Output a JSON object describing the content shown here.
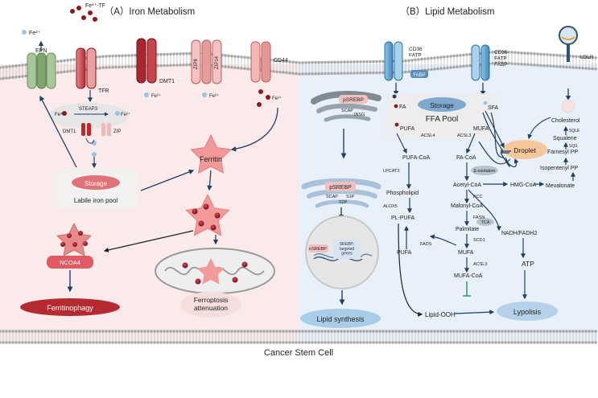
{
  "panels": {
    "iron_title": "（A）Iron Metabolism",
    "lipid_title": "（B）Lipid Metabolism",
    "cell_label": "Cancer Stem Cell"
  },
  "iron": {
    "fe2_epn": "Fe²⁺",
    "epn": "EPN",
    "fe3_tf": "Fe³⁺-TF",
    "tfr": "TFR",
    "dmt1": "DMT1",
    "fe2_dmt1": "Fe²⁺",
    "zip8": "ZIP8",
    "zip14": "ZIP14",
    "fe2_zip": "Fe²⁺",
    "cd44": "CD44",
    "fe3_cd44": "Fe³⁺",
    "steap3": "STEAP3",
    "fe3_endo": "Fe³⁺",
    "fe2_endo": "Fe²⁺",
    "dmt1_endo": "DMT1",
    "zip_endo": "ZIP",
    "storage": "Storage",
    "labile_pool": "Labile iron pool",
    "ferritin": "Ferritin",
    "ncoa4": "NCOA4",
    "ferritinophagy": "Ferritinophagy",
    "ferroptosis_attenuation": "Ferroptosis\nattenuation"
  },
  "lipid": {
    "cd36_fatp": "CD36\nFATP",
    "fabp": "FABP",
    "cd36_fatp_fabp": "CD36\nFATP\nFABP",
    "ldlr": "LDLR",
    "psrebp": "pSREBP",
    "scap": "SCAP",
    "insg": "INSG",
    "fa": "FA",
    "storage": "Storage",
    "ffa_pool": "FFA Pool",
    "sfa": "SFA",
    "pufa": "PUFA",
    "mufa": "MUFA",
    "acsl4": "ACSL4",
    "acsl3": "ACSL3",
    "pufa_coa": "PUFA-CoA",
    "fa_coa": "FA-CoA",
    "pl": "PL",
    "droplet": "Droplet",
    "lpcat3": "LPCAT3",
    "beta_oxidation": "β-oxidation",
    "phospholipid": "Phospholipid",
    "acetyl_coa": "Acetyl-CoA",
    "hmg_coa": "HMG-CoA",
    "mevalonate": "Mevalonate",
    "cholesterol": "Cholesterol",
    "sqle": "SQLE",
    "squalene": "Squalene",
    "sqs": "SQS",
    "farnesyl_pp": "Farnesyl PP",
    "isopentenyl_pp": "Isopentenyl PP",
    "alox5": "ALOX5",
    "acc": "ACC",
    "tca": "TCA",
    "pl_pufa": "PL-PUFA",
    "malonyl_coa": "Malonyl-CoA",
    "fasn": "FASN",
    "palmitate": "Palmitate",
    "scd1": "SCD1",
    "fads": "FADS",
    "pufa2": "PUFA",
    "mufa2": "MUFA",
    "acsl3_2": "ACSL3",
    "nadh": "NADH/FADH2",
    "atp": "ATP",
    "mufa_coa": "MUFA-CoA",
    "lipid_ooh": "Lipid-OOH",
    "lipolysis": "Lypolisis",
    "lipid_synthesis": "Lipid synthesis",
    "psrebp_golgi": "pSREBP",
    "scap_golgi": "SCAP",
    "s1p": "S1P",
    "s2p": "S2P",
    "nsrebp": "nSREBP",
    "srebp_genes": "SREBP-\ntargeted\ngenes"
  },
  "colors": {
    "iron_bg": "#fbeaea",
    "lipid_bg": "#e8f0fa",
    "iron_red": "#c0262c",
    "dark_red": "#8b1a24",
    "blue_dark": "#1f4f7f",
    "membrane": "#b8b8b8"
  }
}
